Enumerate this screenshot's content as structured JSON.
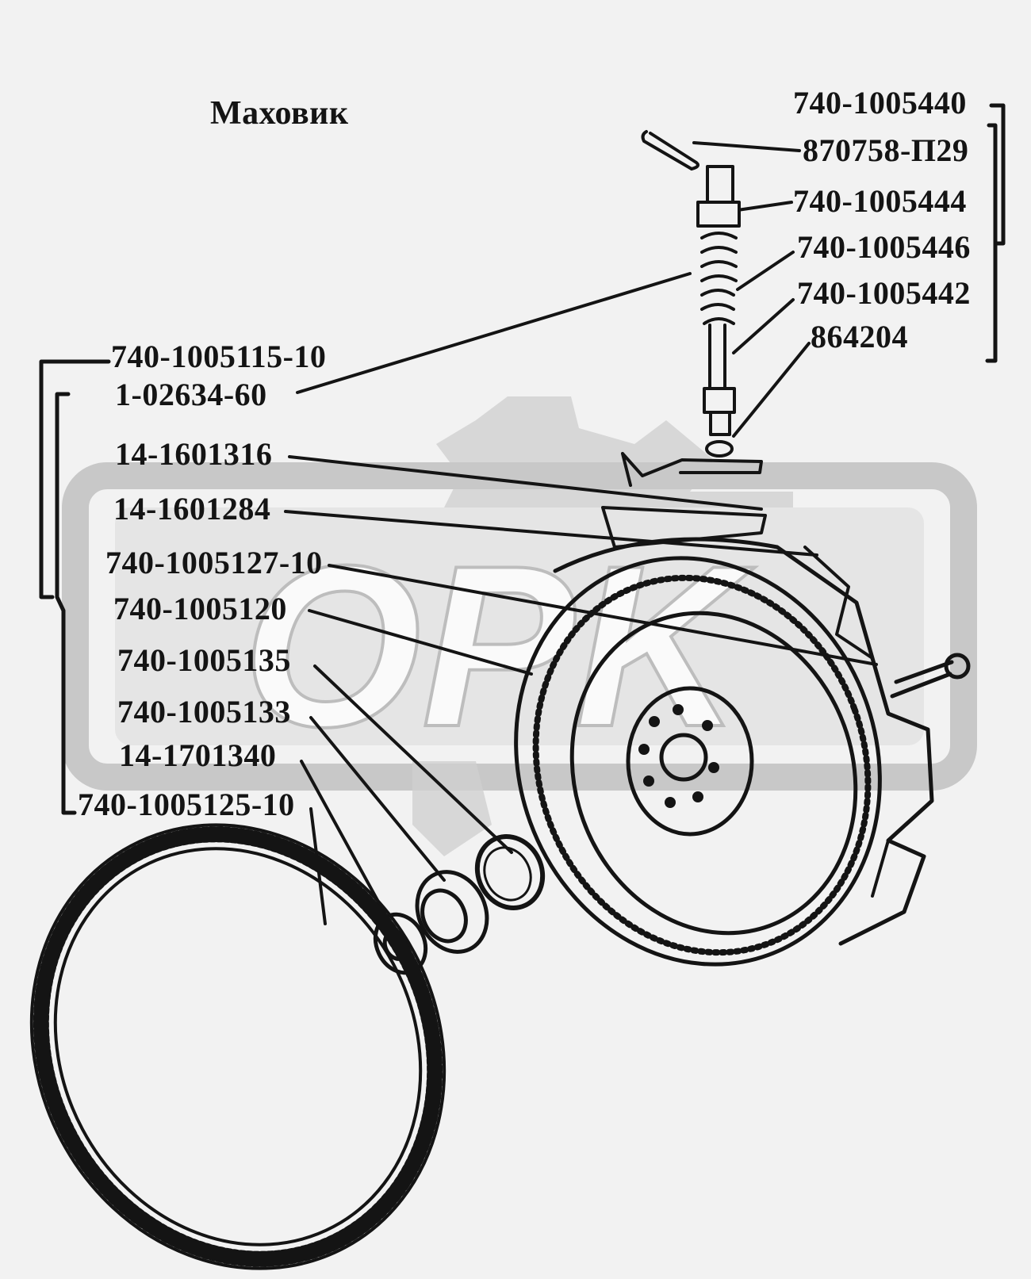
{
  "title": "Маховик",
  "watermark": "OPK",
  "labels": {
    "kit_plunger": "740-1005440",
    "pin": "870758-П29",
    "housing": "740-1005444",
    "spring": "740-1005446",
    "plunger": "740-1005442",
    "washer": "864204",
    "flywheel_assy": "740-1005115-10",
    "flywheel_alt": "1-02634-60",
    "pressure_ring": "14-1601316",
    "bolt_1284": "14-1601284",
    "flywheel_bolt": "740-1005127-10",
    "flywheel": "740-1005120",
    "retaining_ring": "740-1005135",
    "bearing_spacer": "740-1005133",
    "bearing": "14-1701340",
    "ring_gear": "740-1005125-10"
  },
  "colors": {
    "ink": "#141414",
    "paper": "#f2f2f2",
    "watermark": "#cbcbcb"
  }
}
